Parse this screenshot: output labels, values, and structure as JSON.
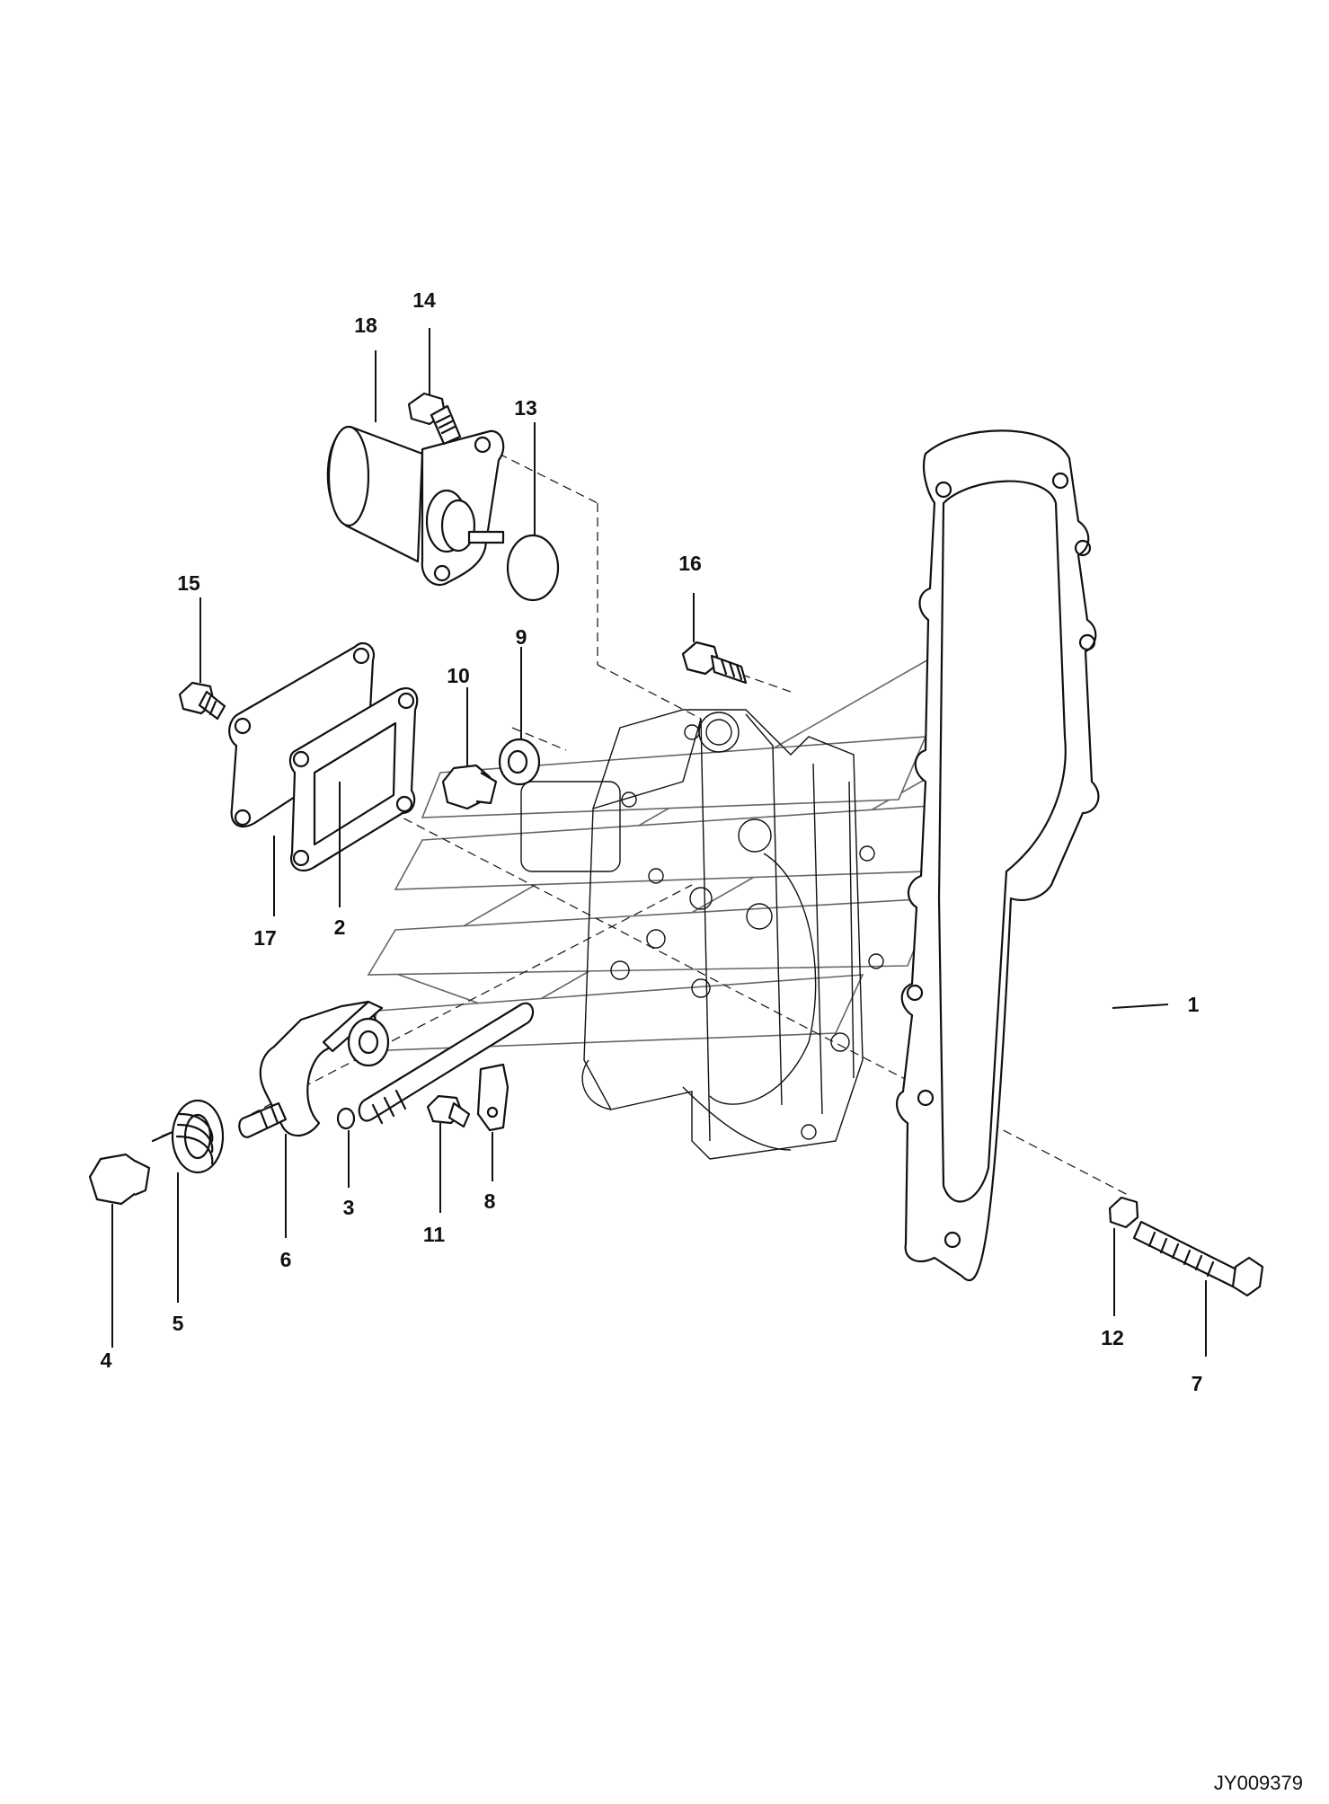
{
  "drawing_code": "JY009379",
  "callouts": [
    {
      "id": "c1",
      "text": "1"
    },
    {
      "id": "c2",
      "text": "2"
    },
    {
      "id": "c3",
      "text": "3"
    },
    {
      "id": "c4",
      "text": "4"
    },
    {
      "id": "c5",
      "text": "5"
    },
    {
      "id": "c6",
      "text": "6"
    },
    {
      "id": "c7",
      "text": "7"
    },
    {
      "id": "c8",
      "text": "8"
    },
    {
      "id": "c9",
      "text": "9"
    },
    {
      "id": "c10",
      "text": "10"
    },
    {
      "id": "c11",
      "text": "11"
    },
    {
      "id": "c12",
      "text": "12"
    },
    {
      "id": "c13",
      "text": "13"
    },
    {
      "id": "c14",
      "text": "14"
    },
    {
      "id": "c15",
      "text": "15"
    },
    {
      "id": "c16",
      "text": "16"
    },
    {
      "id": "c17",
      "text": "17"
    },
    {
      "id": "c18",
      "text": "18"
    }
  ]
}
